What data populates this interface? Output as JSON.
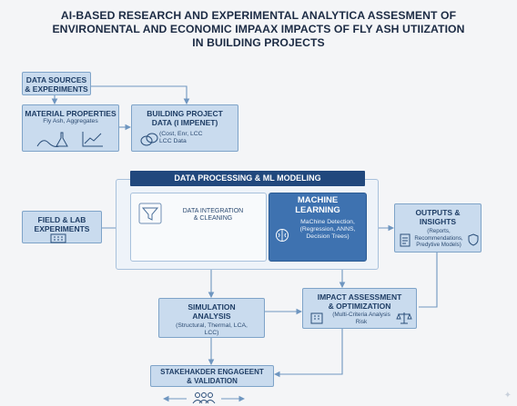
{
  "title": {
    "line1": "AI-BASED RESEARCH AND EXPERIMENTAL ANALYTICA ASSESMENT OF",
    "line2": "ENVIRONENTAL AND ECONOMIC IMPAAX IMPACTS OF FLY ASH UTIIZATION",
    "line3": "IN BUILDING PROJECTS"
  },
  "data_sources": {
    "line1": "DATA SOURCES",
    "line2": "& EXPERIMENTS"
  },
  "material": {
    "title": "MATERIAL PROPERTIES",
    "sub": "Fly Ash, Aggregates"
  },
  "building": {
    "line1": "BUILDING PROJECT",
    "line2": "DATA (I IMPENET)",
    "sub1": "(Cost, Enr, LCC",
    "sub2": "LCC Data"
  },
  "banner": "DATA PROCESSING & ML MODELING",
  "field": {
    "line1": "FIELD & LAB",
    "line2": "EXPERIMENTS"
  },
  "integration": {
    "line1": "DATA INTEGRATION",
    "line2": "& CLEANING"
  },
  "ml": {
    "line1": "MACHINE",
    "line2": "LEARNING",
    "sub1": "MaChine Detection,",
    "sub2": "(Regression, ANNS,",
    "sub3": "Decision Trees)"
  },
  "outputs": {
    "line1": "OUTPUTS &",
    "line2": "INSIGHTS",
    "sub1": "(Reports,",
    "sub2": "Recommendations,",
    "sub3": "Predytive Models)"
  },
  "simulation": {
    "line1": "SIMULATION",
    "line2": "ANALYSIS",
    "sub1": "(Structural, Thermal, LCA,",
    "sub2": "LCC)"
  },
  "impact": {
    "line1": "IMPACT ASSESSMENT",
    "line2": "& OPTIMIZATION",
    "sub1": "(Multi-Criteria Analysis",
    "sub2": "Risk"
  },
  "stakeholder": {
    "line1": "STAKEHAKDER ENGAGEENT",
    "line2": "& VALIDATION"
  },
  "colors": {
    "box": "#c9dbee",
    "border": "#7ea3c8",
    "banner": "#21487d",
    "ml": "#3e72b0",
    "arrow": "#6f96c0"
  },
  "icons": [
    "flask-icon",
    "chart-icon",
    "coins-icon",
    "building-icon",
    "funnel-icon",
    "brain-icon",
    "report-icon",
    "shield-icon",
    "scales-icon",
    "people-icon"
  ]
}
